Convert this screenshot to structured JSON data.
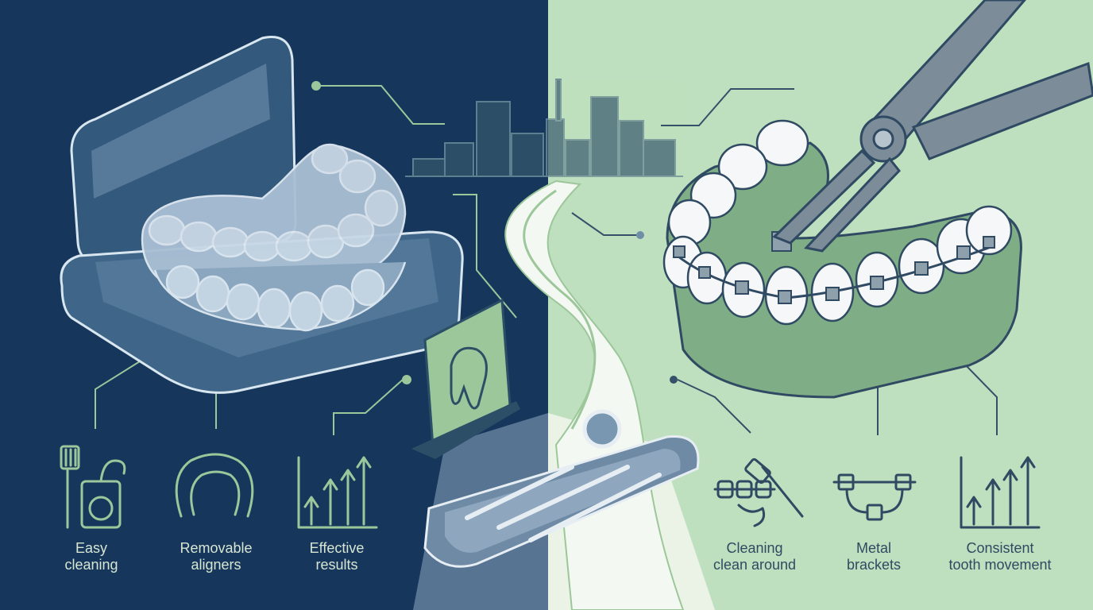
{
  "colors": {
    "left_background": "#17365c",
    "right_background": "#bfe0be",
    "left_text": "#d6e6d2",
    "right_text": "#2f4a62",
    "line_left": "#9cc79a",
    "line_right": "#355069"
  },
  "left_features": [
    {
      "icon": "toothbrush-floss-icon",
      "line1": "Easy",
      "line2": "cleaning"
    },
    {
      "icon": "aligner-arch-icon",
      "line1": "Removable",
      "line2": "aligners"
    },
    {
      "icon": "rising-chart-icon",
      "line1": "Effective",
      "line2": "results"
    }
  ],
  "right_features": [
    {
      "icon": "brush-braces-icon",
      "line1": "Cleaning",
      "line2": "clean around"
    },
    {
      "icon": "metal-bracket-icon",
      "line1": "Metal",
      "line2": "brackets"
    },
    {
      "icon": "rising-chart-icon",
      "line1": "Consistent",
      "line2": "tooth movement"
    }
  ]
}
